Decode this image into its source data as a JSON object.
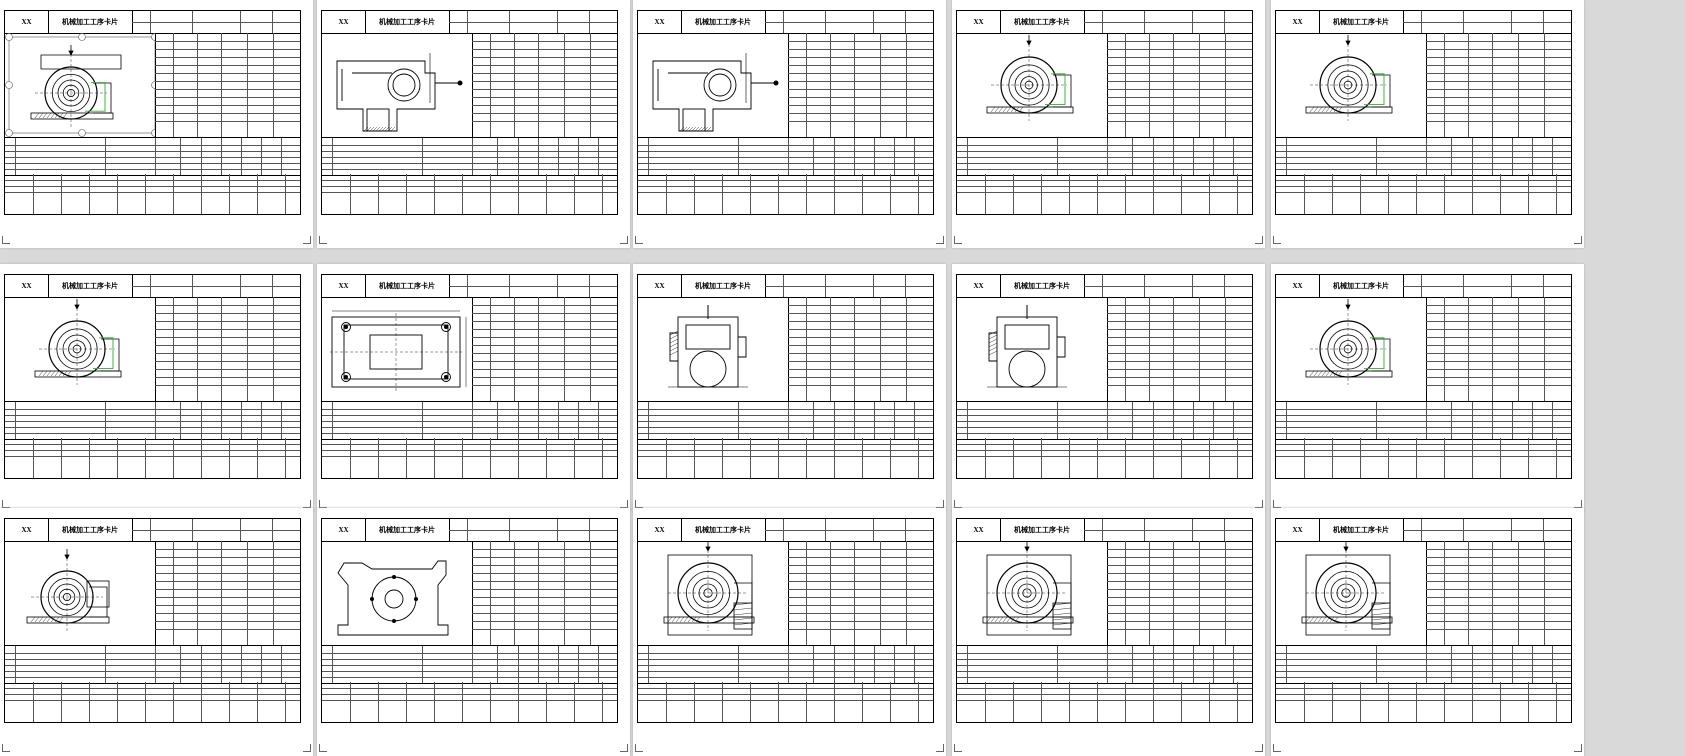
{
  "viewer": {
    "background": "#d9d9d9",
    "page_count": 15
  },
  "card_template": {
    "company": "XX",
    "title": "机械加工工序卡片"
  },
  "pages": [
    {
      "id": 1,
      "drawing": "rotor-selected"
    },
    {
      "id": 2,
      "drawing": "side-section"
    },
    {
      "id": 3,
      "drawing": "side-section"
    },
    {
      "id": 4,
      "drawing": "rotor-front"
    },
    {
      "id": 5,
      "drawing": "rotor-front"
    },
    {
      "id": 6,
      "drawing": "rotor-front"
    },
    {
      "id": 7,
      "drawing": "base-plate"
    },
    {
      "id": 8,
      "drawing": "cross-section"
    },
    {
      "id": 9,
      "drawing": "cross-section"
    },
    {
      "id": 10,
      "drawing": "rotor-front"
    },
    {
      "id": 11,
      "drawing": "rotor-small"
    },
    {
      "id": 12,
      "drawing": "housing"
    },
    {
      "id": 13,
      "drawing": "rotor-dim"
    },
    {
      "id": 14,
      "drawing": "rotor-dim"
    },
    {
      "id": 15,
      "drawing": "rotor-dim"
    }
  ]
}
